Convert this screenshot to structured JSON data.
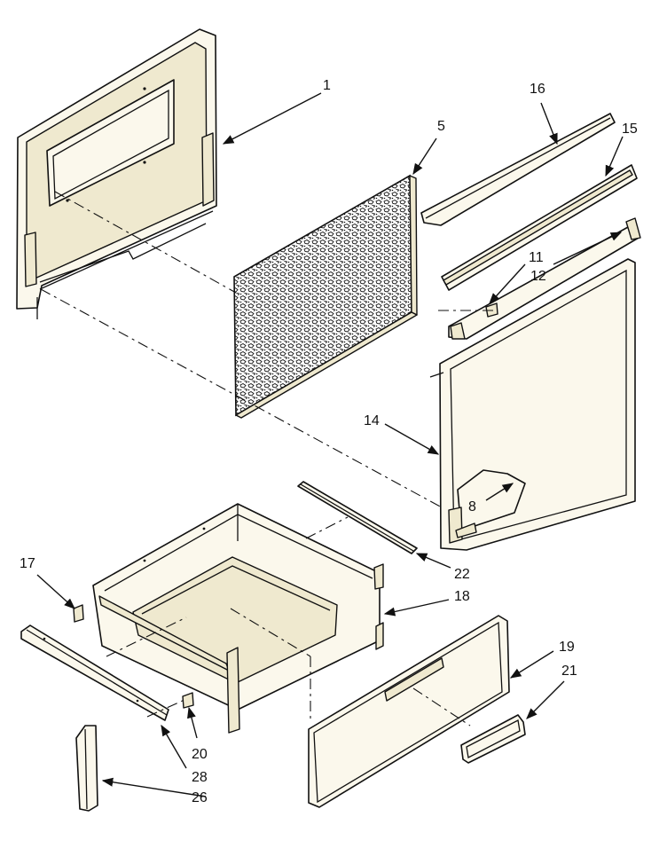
{
  "callouts": {
    "c1": "1",
    "c5": "5",
    "c16": "16",
    "c15": "15",
    "c11": "11",
    "c12": "12",
    "c14": "14",
    "c8": "8",
    "c17": "17",
    "c22": "22",
    "c18": "18",
    "c19": "19",
    "c21": "21",
    "c20": "20",
    "c28": "28",
    "c26": "26"
  }
}
